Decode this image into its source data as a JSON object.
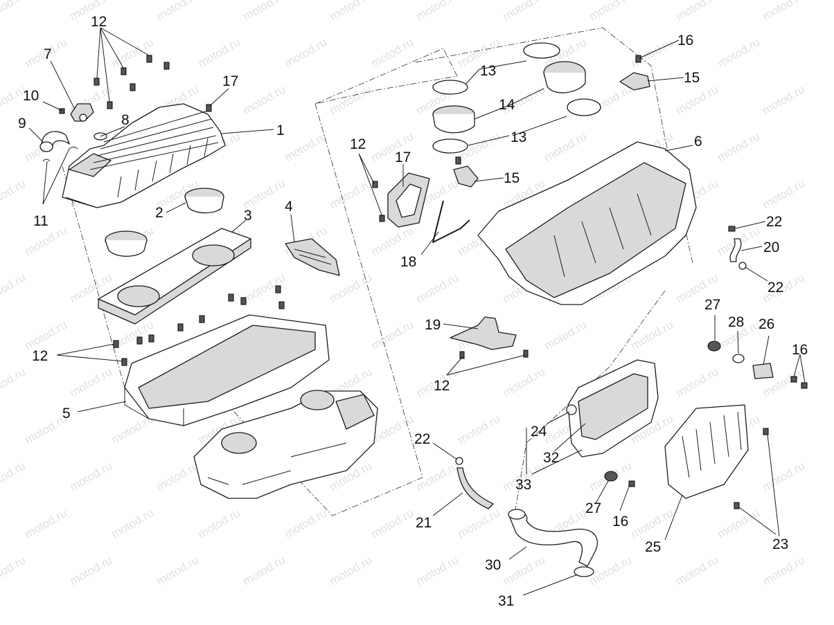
{
  "watermark": "motod.ru",
  "callouts": [
    {
      "id": "c12a",
      "text": "12"
    },
    {
      "id": "c7",
      "text": "7"
    },
    {
      "id": "c10",
      "text": "10"
    },
    {
      "id": "c9",
      "text": "9"
    },
    {
      "id": "c8",
      "text": "8"
    },
    {
      "id": "c17a",
      "text": "17"
    },
    {
      "id": "c1",
      "text": "1"
    },
    {
      "id": "c11",
      "text": "11"
    },
    {
      "id": "c2",
      "text": "2"
    },
    {
      "id": "c3",
      "text": "3"
    },
    {
      "id": "c4",
      "text": "4"
    },
    {
      "id": "c12b",
      "text": "12"
    },
    {
      "id": "c5",
      "text": "5"
    },
    {
      "id": "c13a",
      "text": "13"
    },
    {
      "id": "c14",
      "text": "14"
    },
    {
      "id": "c13b",
      "text": "13"
    },
    {
      "id": "c12c",
      "text": "12"
    },
    {
      "id": "c17b",
      "text": "17"
    },
    {
      "id": "c15a",
      "text": "15"
    },
    {
      "id": "c18",
      "text": "18"
    },
    {
      "id": "c16a",
      "text": "16"
    },
    {
      "id": "c15b",
      "text": "15"
    },
    {
      "id": "c6",
      "text": "6"
    },
    {
      "id": "c22a",
      "text": "22"
    },
    {
      "id": "c20",
      "text": "20"
    },
    {
      "id": "c22b",
      "text": "22"
    },
    {
      "id": "c19",
      "text": "19"
    },
    {
      "id": "c12d",
      "text": "12"
    },
    {
      "id": "c27a",
      "text": "27"
    },
    {
      "id": "c28",
      "text": "28"
    },
    {
      "id": "c26",
      "text": "26"
    },
    {
      "id": "c16b",
      "text": "16"
    },
    {
      "id": "c24",
      "text": "24"
    },
    {
      "id": "c32",
      "text": "32"
    },
    {
      "id": "c33",
      "text": "33"
    },
    {
      "id": "c22c",
      "text": "22"
    },
    {
      "id": "c21",
      "text": "21"
    },
    {
      "id": "c27b",
      "text": "27"
    },
    {
      "id": "c16c",
      "text": "16"
    },
    {
      "id": "c25",
      "text": "25"
    },
    {
      "id": "c23",
      "text": "23"
    },
    {
      "id": "c30",
      "text": "30"
    },
    {
      "id": "c31",
      "text": "31"
    }
  ]
}
